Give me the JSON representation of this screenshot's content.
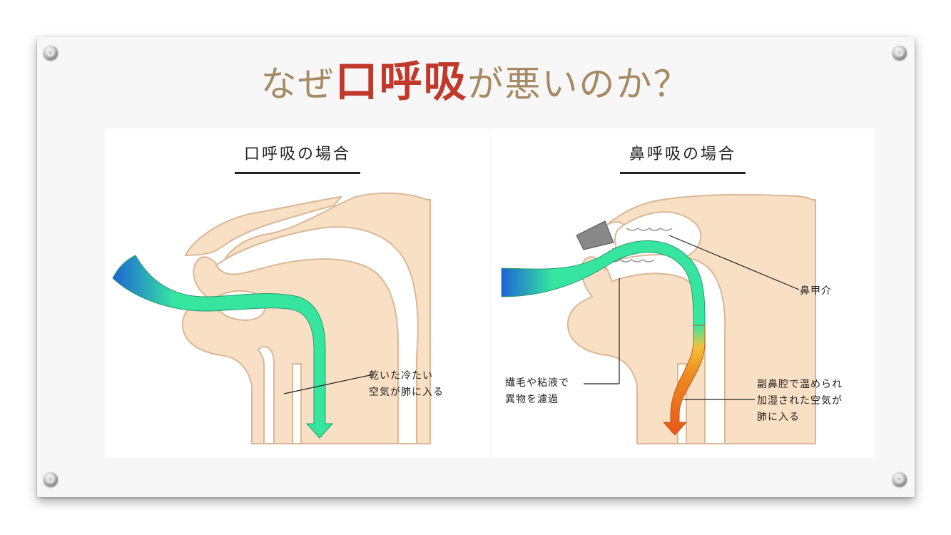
{
  "title": {
    "prefix": "なぜ",
    "highlight": "口呼吸",
    "suffix": "が悪いのか？",
    "color": "#a68a64",
    "highlight_color": "#c0392b"
  },
  "left_panel": {
    "heading": "口呼吸の場合",
    "annotation": [
      "乾いた冷たい",
      "空気が肺に入る"
    ]
  },
  "right_panel": {
    "heading": "鼻呼吸の場合",
    "annotation_turbinate": "鼻甲介",
    "annotation_filter": [
      "繊毛や粘液で",
      "異物を濾過"
    ],
    "annotation_warm": [
      "副鼻腔で温められ",
      "加湿された空気が",
      "肺に入る"
    ]
  },
  "colors": {
    "skin": "#f9dfc4",
    "outline": "#d9b898",
    "airflow_start": "#1e63d6",
    "airflow_mid": "#36e6a0",
    "airflow_warm": "#e8561a"
  }
}
